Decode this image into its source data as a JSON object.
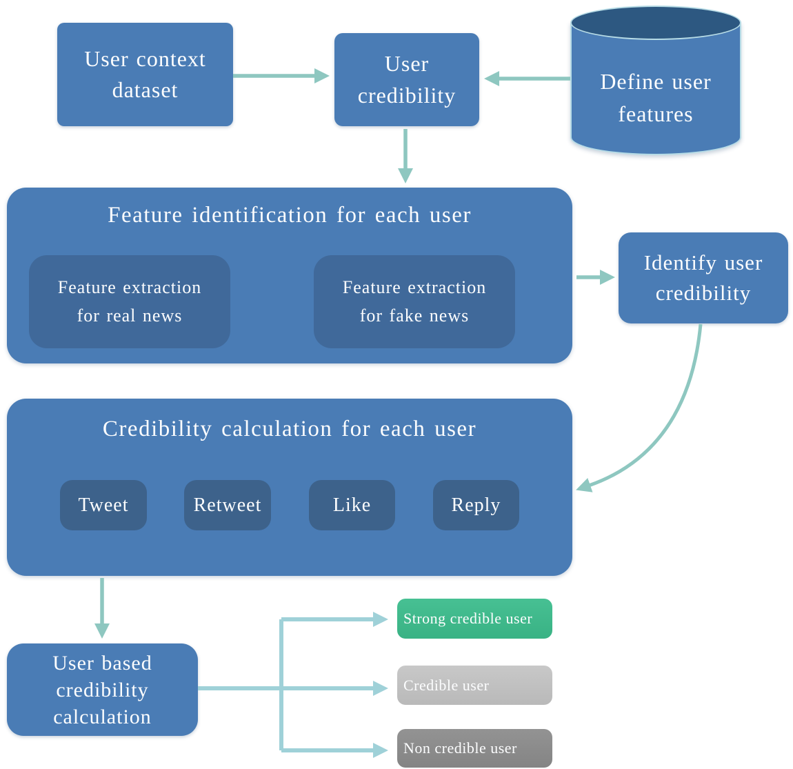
{
  "figure": {
    "type": "flowchart",
    "topic": "User credibility calculation pipeline for fake news detection"
  },
  "nodes": {
    "userContext": "User context\ndataset",
    "userCredibility": "User\ncredibility",
    "defineUserFeatures": "Define user\nfeatures",
    "featureIdentificationTitle": "Feature identification for each user",
    "featureRealNews": "Feature extraction\nfor real news",
    "featureFakeNews": "Feature extraction\nfor fake news",
    "identifyUserCredibility": "Identify user\ncredibility",
    "credibilityCalculationTitle": "Credibility calculation for each user",
    "tweet": "Tweet",
    "retweet": "Retweet",
    "like": "Like",
    "reply": "Reply",
    "userBasedCredibility": "User based\ncredibility\ncalculation",
    "strongCredibleUser": "Strong credible user",
    "credibleUser": "Credible user",
    "nonCredibleUser": "Non credible user"
  },
  "colors": {
    "primaryBox": "#4a7cb5",
    "innerFeatureBox": "#40699a",
    "actionChipBox": "#3d628b",
    "cylinderTop": "#2d5881",
    "cylinderOutline": "#b7dce6",
    "arrowTeal": "#8ec7c0",
    "connectorCyan": "#9fd1d8",
    "strongCredibleGreen": "#3ebc8b",
    "credibleLightGray": "#c2c2c2",
    "nonCredibleDarkGray": "#8e8e8e",
    "textWhite": "#fcfdfe",
    "background": "#ffffff"
  }
}
